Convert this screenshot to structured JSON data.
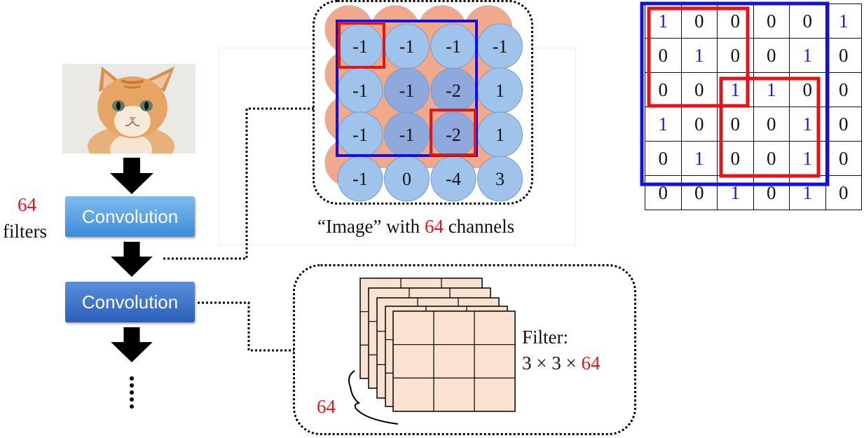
{
  "pipeline": {
    "filter_count": "64",
    "filters_word": "filters",
    "conv1_label": "Convolution",
    "conv2_label": "Convolution",
    "ellipsis": "⋮"
  },
  "feature_map": {
    "caption_pre": "“Image” with ",
    "caption_num": "64",
    "caption_post": " channels",
    "front_grid": [
      [
        "-1",
        "-1",
        "-1",
        "-1"
      ],
      [
        "-1",
        "-1",
        "-2",
        "1"
      ],
      [
        "-1",
        "-1",
        "-2",
        "1"
      ],
      [
        "-1",
        "0",
        "-4",
        "3"
      ]
    ]
  },
  "filter_box": {
    "label_line1": "Filter:",
    "label_line2_pre": "3 × 3 × ",
    "label_line2_num": "64",
    "depth_label": "64"
  },
  "matrix": {
    "rows": [
      [
        "1",
        "0",
        "0",
        "0",
        "0",
        "1"
      ],
      [
        "0",
        "1",
        "0",
        "0",
        "1",
        "0"
      ],
      [
        "0",
        "0",
        "1",
        "1",
        "0",
        "0"
      ],
      [
        "1",
        "0",
        "0",
        "0",
        "1",
        "0"
      ],
      [
        "0",
        "1",
        "0",
        "0",
        "1",
        "0"
      ],
      [
        "0",
        "0",
        "1",
        "0",
        "1",
        "0"
      ]
    ]
  },
  "colors": {
    "highlight_red": "#e0161a",
    "highlight_blue": "#1010e0",
    "one_digit": "#1b1bd6",
    "circle_front": "#9fc3ea",
    "circle_back": "#f0a98a"
  },
  "icons": [
    "kitten-photo",
    "down-arrow"
  ]
}
